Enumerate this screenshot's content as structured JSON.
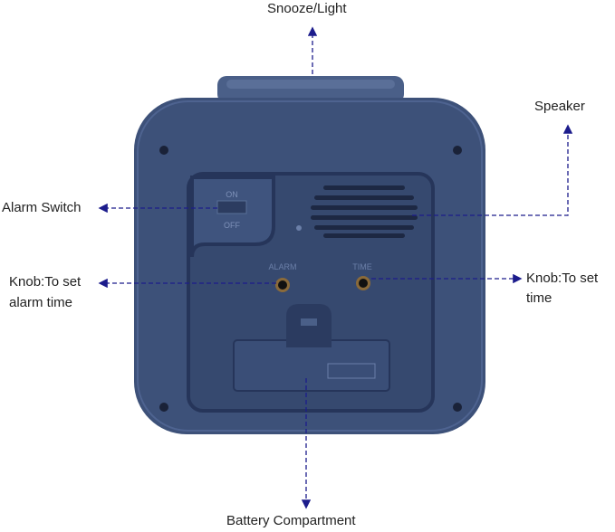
{
  "labels": {
    "snooze": "Snooze/Light",
    "speaker": "Speaker",
    "alarm_switch": "Alarm Switch",
    "knob_alarm_line1": "Knob:To set",
    "knob_alarm_line2": "alarm time",
    "knob_time_line1": "Knob:To set",
    "knob_time_line2": "time",
    "battery": "Battery Compartment"
  },
  "device_markings": {
    "switch_on": "ON",
    "switch_off": "OFF",
    "alarm_knob": "ALARM",
    "time_knob": "TIME"
  },
  "colors": {
    "body": "#3d5179",
    "panel": "#36496f",
    "arrow": "#1c1c8c"
  }
}
